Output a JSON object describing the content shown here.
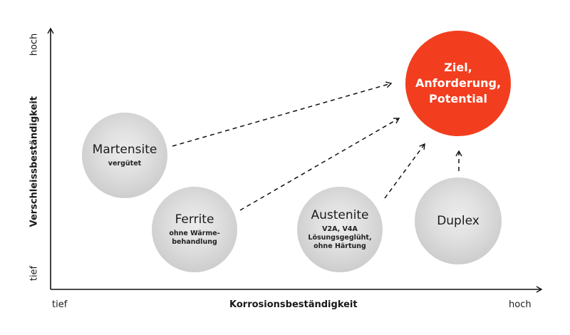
{
  "diagram": {
    "y_axis": {
      "title": "Verschleissbeständigkeit",
      "low": "tief",
      "high": "hoch"
    },
    "x_axis": {
      "title": "Korrosionsbeständigkeit",
      "low": "tief",
      "high": "hoch"
    },
    "nodes": {
      "target": {
        "lines": [
          "Ziel,",
          "Anforderung,",
          "Potential"
        ],
        "color": "#f23e1f"
      },
      "martensite": {
        "title": "Martensite",
        "sub": [
          "vergütet"
        ]
      },
      "ferrite": {
        "title": "Ferrite",
        "sub": [
          "ohne Wärme-",
          "behandlung"
        ]
      },
      "austenite": {
        "title": "Austenite",
        "sub": [
          "V2A, V4A",
          "Lösungsgeglüht,",
          "ohne Härtung"
        ]
      },
      "duplex": {
        "title": "Duplex"
      }
    },
    "arrows": [
      {
        "from": "martensite",
        "to": "target",
        "style": "dashed"
      },
      {
        "from": "ferrite",
        "to": "target",
        "style": "dashed"
      },
      {
        "from": "austenite",
        "to": "target",
        "style": "dashed"
      },
      {
        "from": "duplex",
        "to": "target",
        "style": "dashed"
      }
    ]
  }
}
